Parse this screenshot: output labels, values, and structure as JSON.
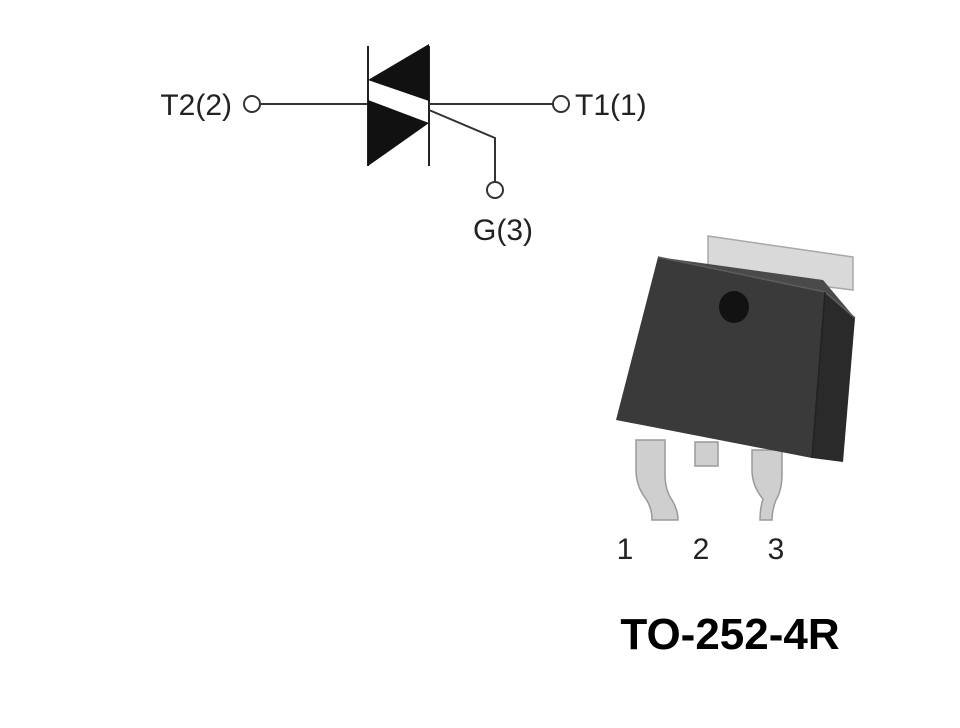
{
  "schematic": {
    "symbol": "triac",
    "terminals": {
      "t2": "T2(2)",
      "t1": "T1(1)",
      "gate": "G(3)"
    }
  },
  "package": {
    "name": "TO-252-4R",
    "pins": [
      "1",
      "2",
      "3"
    ],
    "colors": {
      "body": "#3a3a3a",
      "tab": "#d9d9d9",
      "leads": "#cfcfcf"
    }
  }
}
